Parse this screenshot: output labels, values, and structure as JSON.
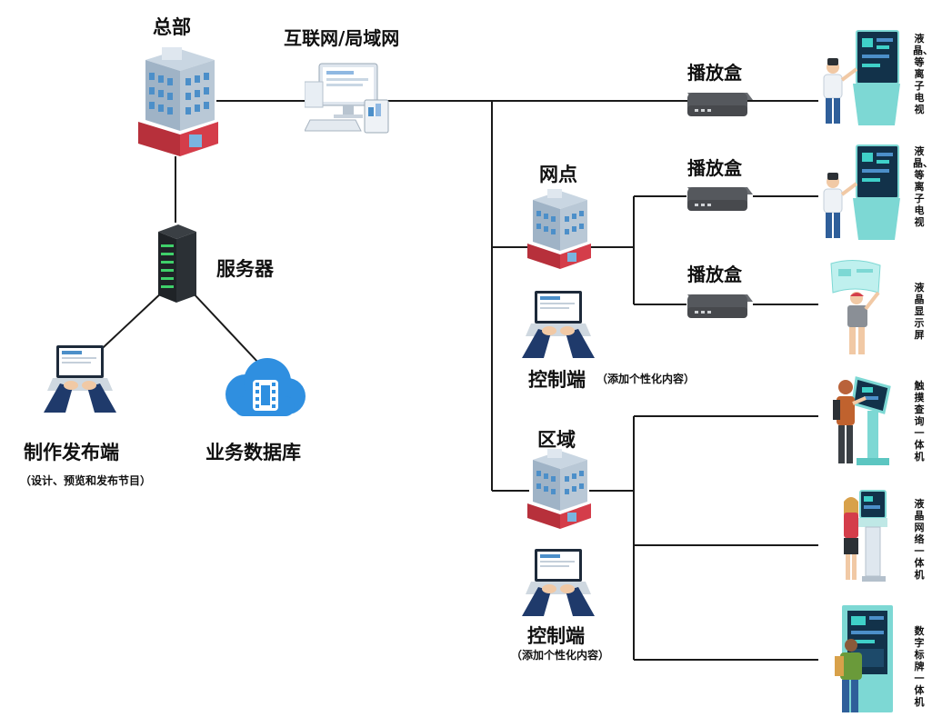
{
  "nodes": {
    "hq": "总部",
    "internet": "互联网/局域网",
    "server": "服务器",
    "producer": "制作发布端",
    "producer_note": "（设计、预览和发布节目）",
    "database": "业务数据库",
    "box1": "播放盒",
    "box2": "播放盒",
    "box3": "播放盒",
    "branch": "网点",
    "branch_control": "控制端",
    "branch_control_note": "（添加个性化内容）",
    "region": "区域",
    "region_control": "控制端",
    "region_control_note": "（添加个性化内容）"
  },
  "terminals": {
    "t1": "液晶、等离子电视",
    "t2": "液晶、等离子电视",
    "t3": "液晶显示屏",
    "t4": "触摸查询一体机",
    "t5": "液晶网络一体机",
    "t6": "数字标牌一体机"
  },
  "colors": {
    "line": "#1a1a1a",
    "building_top": "#b9c8d6",
    "building_window": "#4c8fc9",
    "building_base": "#d43d4a",
    "cloud": "#2f8fe0",
    "screen": "#12324a",
    "kiosk": "#7dd8d4"
  },
  "icons": [
    "building-icon",
    "computer-icon",
    "server-rack-icon",
    "laptop-hands-icon",
    "cloud-database-icon",
    "set-top-box-icon",
    "person-tv-icon",
    "person-touchscreen-icon",
    "kiosk-icon",
    "digital-signage-icon"
  ]
}
